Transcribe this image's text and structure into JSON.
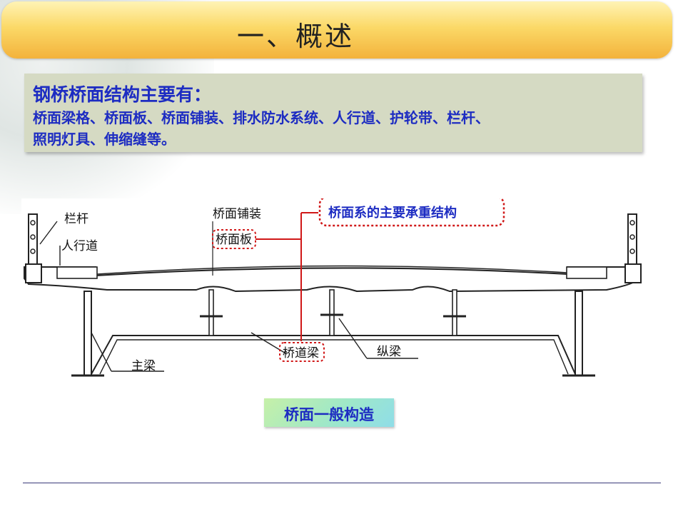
{
  "slide": {
    "title": "一、概述",
    "intro_heading": "钢桥桥面结构主要有：",
    "intro_line1": "桥面梁格、桥面板、桥面铺装、排水防水系统、人行道、护轮带、栏杆、",
    "intro_line2": "照明灯具、伸缩缝等。",
    "caption": "桥面一般构造"
  },
  "diagram": {
    "labels": {
      "railing": "栏杆",
      "sidewalk": "人行道",
      "deck_paving": "桥面铺装",
      "deck_plate": "桥面板",
      "deck_system": "桥面系的主要承重结构",
      "cross_beam": "桥道梁",
      "stringer": "纵梁",
      "main_girder": "主梁"
    },
    "colors": {
      "highlight": "#d01818",
      "highlight_text": "#1d2cc2",
      "lines": "#222222"
    }
  }
}
